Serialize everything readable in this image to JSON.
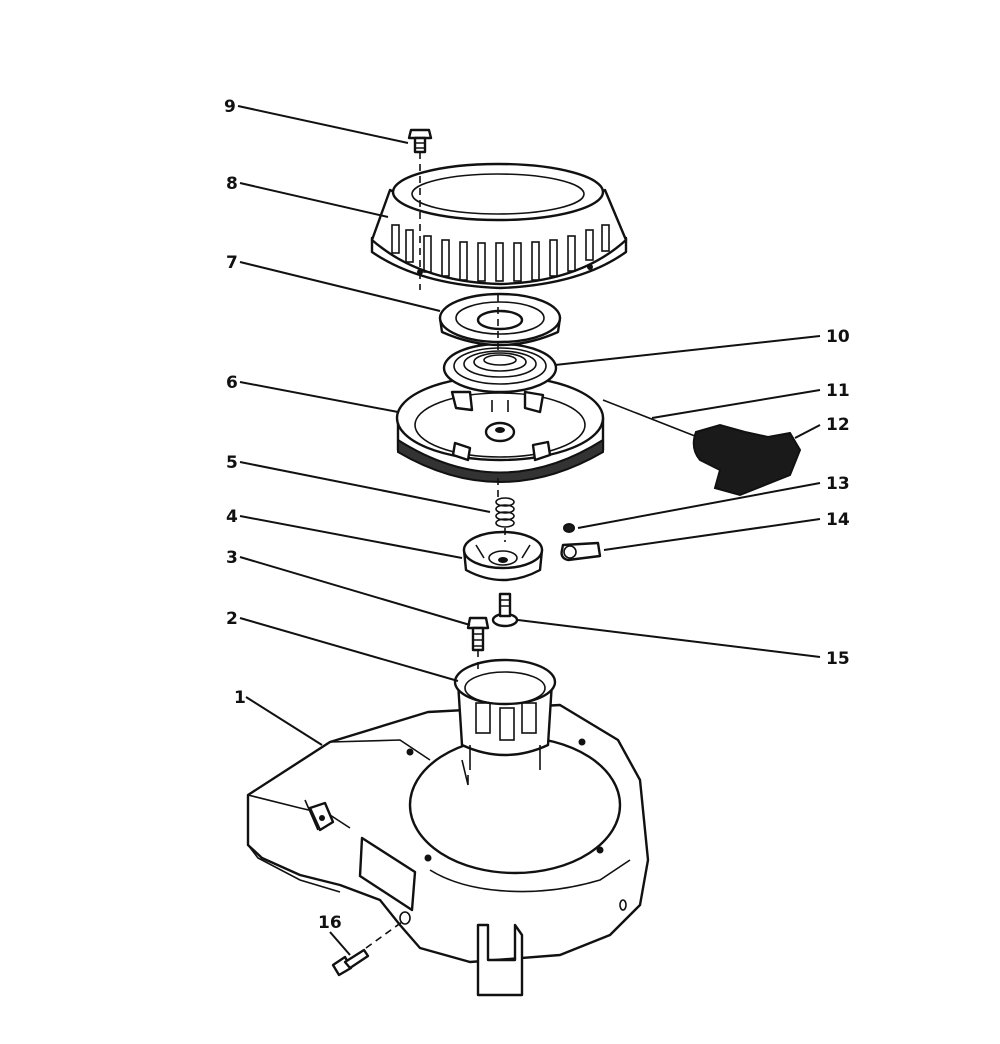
{
  "diagram": {
    "callouts": [
      {
        "id": "9",
        "label": "9"
      },
      {
        "id": "8",
        "label": "8"
      },
      {
        "id": "7",
        "label": "7"
      },
      {
        "id": "10",
        "label": "10"
      },
      {
        "id": "6",
        "label": "6"
      },
      {
        "id": "11",
        "label": "11"
      },
      {
        "id": "12",
        "label": "12"
      },
      {
        "id": "5",
        "label": "5"
      },
      {
        "id": "13",
        "label": "13"
      },
      {
        "id": "4",
        "label": "4"
      },
      {
        "id": "14",
        "label": "14"
      },
      {
        "id": "3",
        "label": "3"
      },
      {
        "id": "2",
        "label": "2"
      },
      {
        "id": "15",
        "label": "15"
      },
      {
        "id": "1",
        "label": "1"
      },
      {
        "id": "16",
        "label": "16"
      }
    ]
  }
}
